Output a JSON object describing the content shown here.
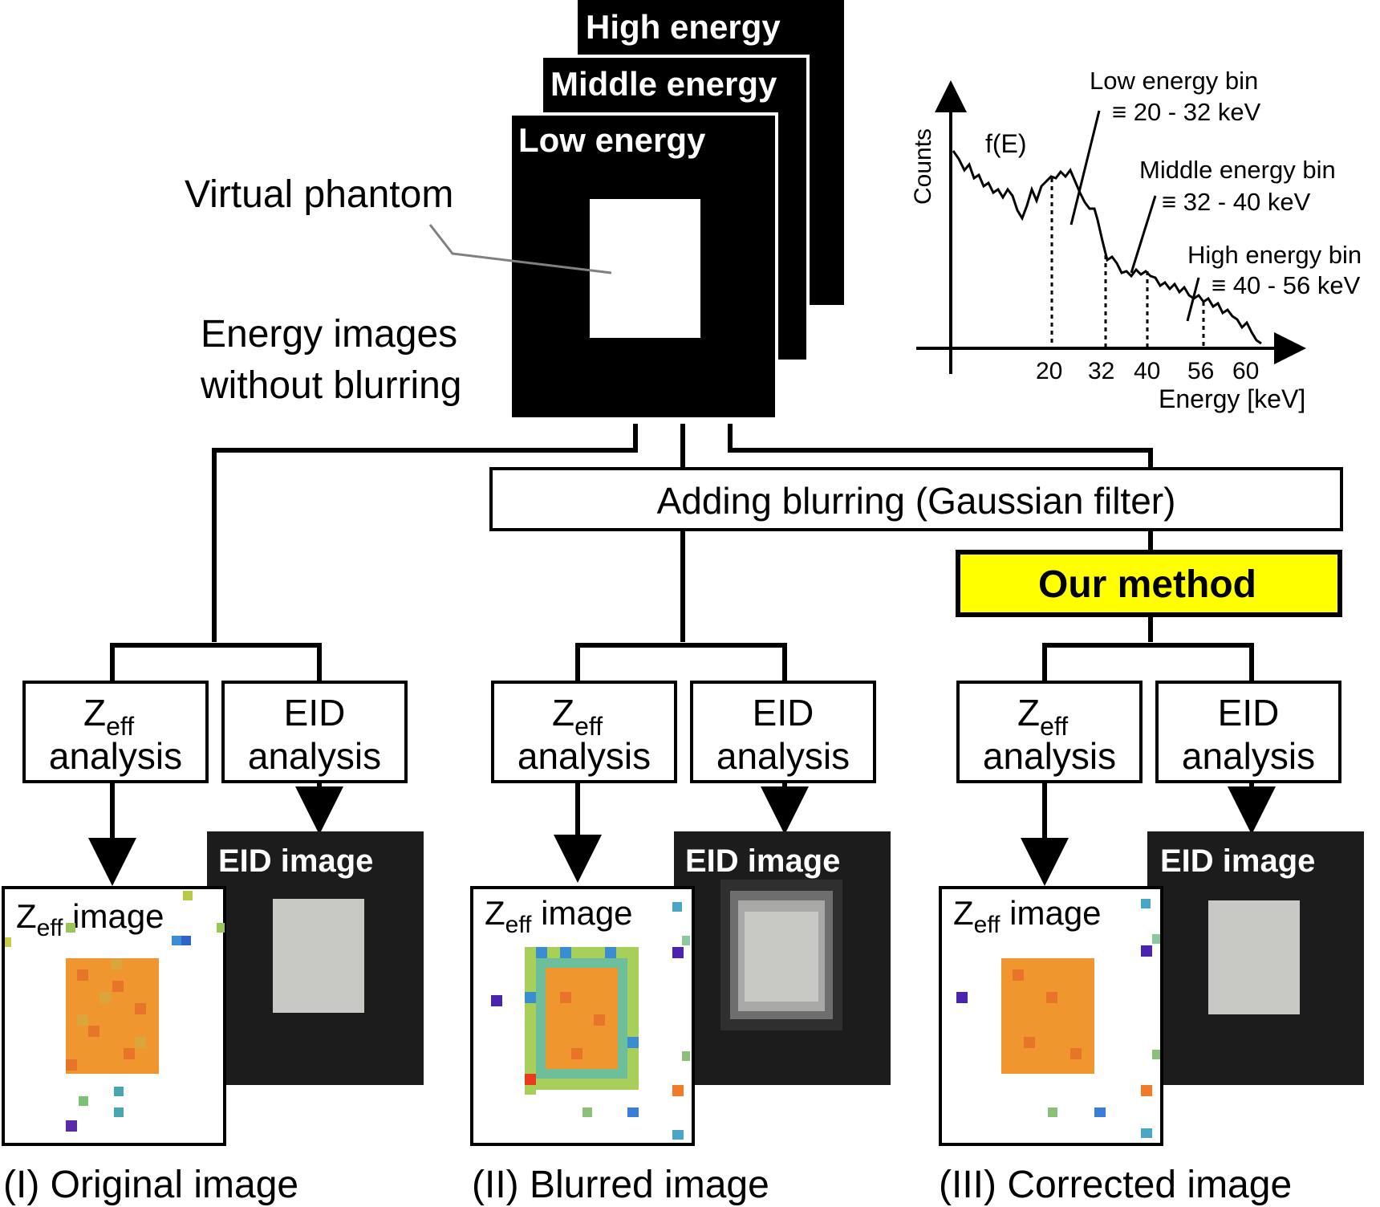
{
  "energy_stack": {
    "high": "High energy",
    "middle": "Middle energy",
    "low": "Low energy",
    "phantom_label": "Virtual phantom",
    "caption_line1": "Energy images",
    "caption_line2": "without blurring"
  },
  "spectrum": {
    "ylabel": "Counts",
    "func_label": "f(E)",
    "xlabel": "Energy [keV]",
    "ticks": [
      "20",
      "32",
      "40",
      "56",
      "60"
    ],
    "bins": [
      {
        "name": "Low energy bin",
        "range": "≡ 20 - 32 keV"
      },
      {
        "name": "Middle energy bin",
        "range": "≡ 32 - 40 keV"
      },
      {
        "name": "High energy bin",
        "range": "≡ 40 - 56 keV"
      }
    ]
  },
  "blur_box": "Adding blurring (Gaussian filter)",
  "method_box": "Our method",
  "analysis": {
    "z_main": "Z",
    "z_sub": "eff",
    "analysis_word": "analysis",
    "eid_word": "EID"
  },
  "images": {
    "z_main": "Z",
    "z_sub": "eff",
    "z_suffix": " image",
    "eid_image": "EID image"
  },
  "captions": {
    "original": "(I) Original image",
    "blurred": "(II) Blurred image",
    "corrected": "(III) Corrected image"
  },
  "colors": {
    "method_fill": "#ffff00",
    "eid_bg": "#1c1c1c",
    "eid_square": "#c8c8c4",
    "z_orange": "#f0962f"
  }
}
